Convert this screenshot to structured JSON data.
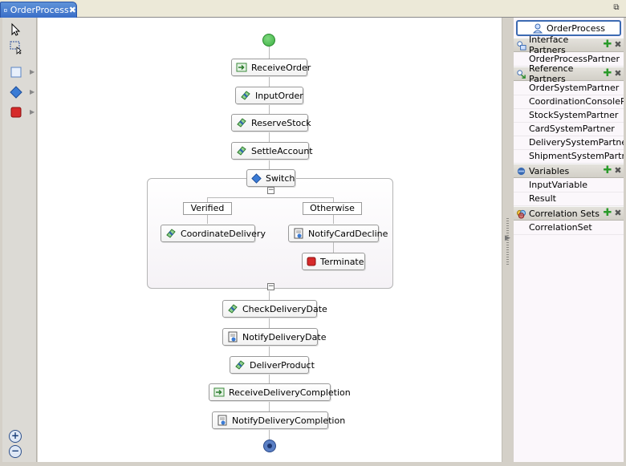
{
  "tab": {
    "title": "OrderProcess",
    "close": "✖"
  },
  "palette": {
    "tools": [
      "select-arrow-icon",
      "marquee-icon",
      "empty-activity-icon",
      "switch-icon",
      "terminate-icon"
    ],
    "zoom_in": "+",
    "zoom_out": "−"
  },
  "flow": {
    "nodes": [
      {
        "label": "ReceiveOrder",
        "icon": "receive-icon"
      },
      {
        "label": "InputOrder",
        "icon": "assign-icon"
      },
      {
        "label": "ReserveStock",
        "icon": "assign-icon"
      },
      {
        "label": "SettleAccount",
        "icon": "assign-icon"
      },
      {
        "label": "Switch",
        "icon": "switch-icon"
      }
    ],
    "cases": [
      {
        "label": "Verified",
        "nodes": [
          "CoordinateDelivery"
        ]
      },
      {
        "label": "Otherwise",
        "nodes": [
          "NotifyCardDecline",
          "Terminate"
        ]
      }
    ],
    "after": [
      {
        "label": "CheckDeliveryDate",
        "icon": "assign-icon"
      },
      {
        "label": "NotifyDeliveryDate",
        "icon": "invoke-icon"
      },
      {
        "label": "DeliverProduct",
        "icon": "assign-icon"
      },
      {
        "label": "ReceiveDeliveryCompletion",
        "icon": "receive-icon"
      },
      {
        "label": "NotifyDeliveryCompletion",
        "icon": "invoke-icon"
      }
    ]
  },
  "panel": {
    "process": "OrderProcess",
    "sections": {
      "interface": {
        "title": "Interface Partners",
        "items": [
          "OrderProcessPartner"
        ]
      },
      "reference": {
        "title": "Reference Partners",
        "items": [
          "OrderSystemPartner",
          "CoordinationConsolePar...",
          "StockSystemPartner",
          "CardSystemPartner",
          "DeliverySystemPartner",
          "ShipmentSystemPartner"
        ]
      },
      "variables": {
        "title": "Variables",
        "items": [
          "InputVariable",
          "Result"
        ]
      },
      "correlation": {
        "title": "Correlation Sets",
        "items": [
          "CorrelationSet"
        ]
      }
    },
    "add": "✚",
    "remove": "✖"
  },
  "colors": {
    "tab": "#3a6ec8",
    "start": "#3cb043",
    "end": "#3a5fa8",
    "terminate": "#d62a2a",
    "switch": "#3a7bd5",
    "panel_bg": "#fbf7fb"
  }
}
